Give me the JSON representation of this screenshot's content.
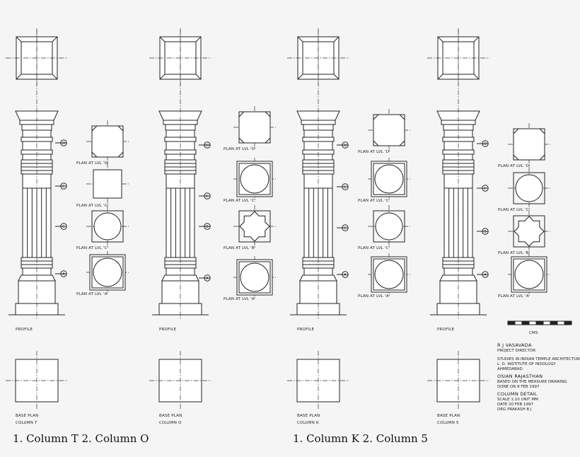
{
  "captions": [
    "1. Column T 2. Column O",
    "1. Column K 2. Column 5"
  ],
  "columns": [
    {
      "id": "T",
      "profile_label": "PROFILE",
      "base_label": "BASE PLAN",
      "column_label": "COLUMN T",
      "plans": [
        {
          "label": "PLAN AT LVL 'D'",
          "marker": "D",
          "shape": "octagon"
        },
        {
          "label": "PLAN AT LVL 'C'",
          "marker": "C",
          "shape": "square"
        },
        {
          "label": "PLAN AT LVL 'C'",
          "marker": "C",
          "shape": "circle"
        },
        {
          "label": "PLAN AT LVL 'A'",
          "marker": "A",
          "shape": "circle-square"
        }
      ]
    },
    {
      "id": "O",
      "profile_label": "PROFILE",
      "base_label": "BASE PLAN",
      "column_label": "COLUMN O",
      "plans": [
        {
          "label": "PLAN AT LVL 'D'",
          "marker": "D",
          "shape": "octagon"
        },
        {
          "label": "PLAN AT LVL 'C'",
          "marker": "C",
          "shape": "circle-square"
        },
        {
          "label": "PLAN AT LVL 'B'",
          "marker": "B",
          "shape": "star"
        },
        {
          "label": "PLAN AT LVL 'A'",
          "marker": "A",
          "shape": "circle-square"
        }
      ]
    },
    {
      "id": "K",
      "profile_label": "PROFILE",
      "base_label": "BASE PLAN",
      "column_label": "COLUMN K",
      "plans": [
        {
          "label": "PLAN AT LVL 'D'",
          "marker": "D",
          "shape": "octagon"
        },
        {
          "label": "PLAN AT LVL 'C'",
          "marker": "C",
          "shape": "circle-square"
        },
        {
          "label": "PLAN AT LVL 'C'",
          "marker": "C",
          "shape": "circle"
        },
        {
          "label": "PLAN AT LVL 'A'",
          "marker": "A",
          "shape": "circle-square"
        }
      ]
    },
    {
      "id": "5",
      "profile_label": "PROFILE",
      "base_label": "BASE PLAN",
      "column_label": "COLUMN 5",
      "plans": [
        {
          "label": "PLAN AT LVL 'D'",
          "marker": "D",
          "shape": "octagon"
        },
        {
          "label": "PLAN AT LVL 'C'",
          "marker": "C",
          "shape": "circle"
        },
        {
          "label": "PLAN AT LVL 'B'",
          "marker": "B",
          "shape": "star"
        },
        {
          "label": "PLAN AT LVL 'A'",
          "marker": "A",
          "shape": "circle-square"
        }
      ]
    }
  ],
  "scale_bar": {
    "label": "CMS"
  },
  "title_block": {
    "author": "R J VASAVADA",
    "role": "PROJECT DIRECTOR",
    "study": [
      "STUDIES IN INDIAN TEMPLE ARCHITECTURE",
      "L. D. INSTITUTE OF INDOLOGY",
      "AHMEDABAD"
    ],
    "site": "OSIAN RAJASTHAN",
    "site_notes": [
      "BASED ON THE MEASURE DRAWING",
      "DONE ON 8 FEB 1997"
    ],
    "drawing_title": "COLUMN DETAIL",
    "details": [
      "SCALE   1:10     UNIT    MM",
      "DATE    20 FEB 1997",
      "DRG   PRAKASH  B  J"
    ]
  }
}
